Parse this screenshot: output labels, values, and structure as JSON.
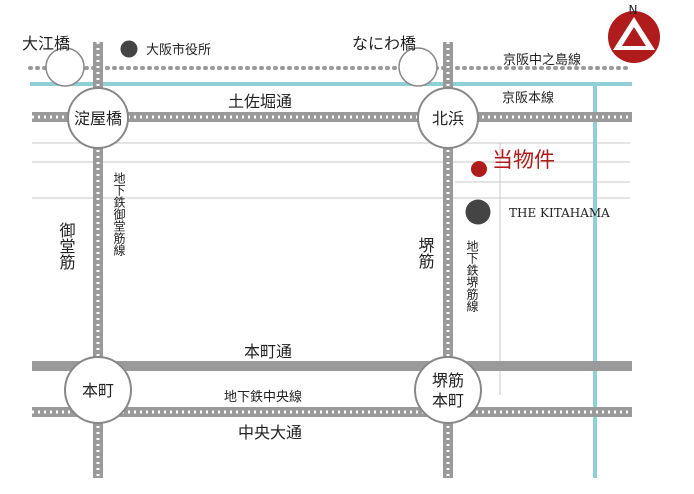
{
  "compass": {
    "letter": "N",
    "color": "#b01c1c"
  },
  "colors": {
    "road": "#9a9a9a",
    "river": "#8fd0d6",
    "accent": "#b01c1c",
    "landmark": "#444444"
  },
  "bridges": {
    "oe": "大江橋",
    "naniwa": "なにわ橋"
  },
  "landmarks": {
    "city_hall": "大阪市役所",
    "property": "当物件",
    "kitahama_bldg": "THE KITAHAMA"
  },
  "railways": {
    "keihan_nakanoshima": "京阪中之島線",
    "keihan_main": "京阪本線",
    "midosuji_line": "地下鉄御堂筋線",
    "sakaisuji_line": "地下鉄堺筋線",
    "chuo_line": "地下鉄中央線"
  },
  "roads": {
    "tosabori": "土佐堀通",
    "honmachi_dori": "本町通",
    "chuo_odori": "中央大通",
    "midosuji": "御堂筋",
    "sakaisuji": "堺筋"
  },
  "stations": {
    "yodoyabashi": "淀屋橋",
    "kitahama": "北浜",
    "honmachi": "本町",
    "sakaisuji_honmachi_1": "堺筋",
    "sakaisuji_honmachi_2": "本町"
  }
}
